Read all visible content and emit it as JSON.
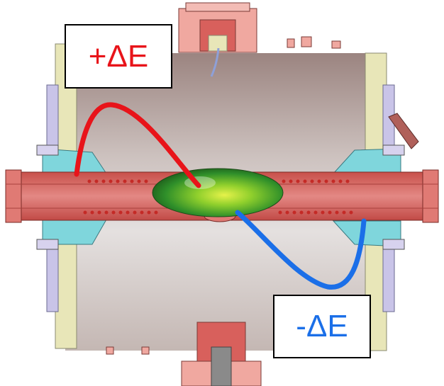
{
  "labels": {
    "plus_delta_e": "+ΔE",
    "minus_delta_e": "-ΔE"
  },
  "colors": {
    "plus": "#e8141a",
    "minus": "#1b6fe8",
    "chamber_body": "#d9d1cd",
    "flange_pink": "#f0a8a0",
    "beam_pipe": "#d8605c",
    "flange_cyan": "#7fd6dc",
    "flange_yellow": "#e8e6b8",
    "bunch_green": "#3fa02a"
  },
  "icons": {
    "bunch": "particle-bunch-ellipse",
    "chamber": "cavity-cross-section"
  }
}
